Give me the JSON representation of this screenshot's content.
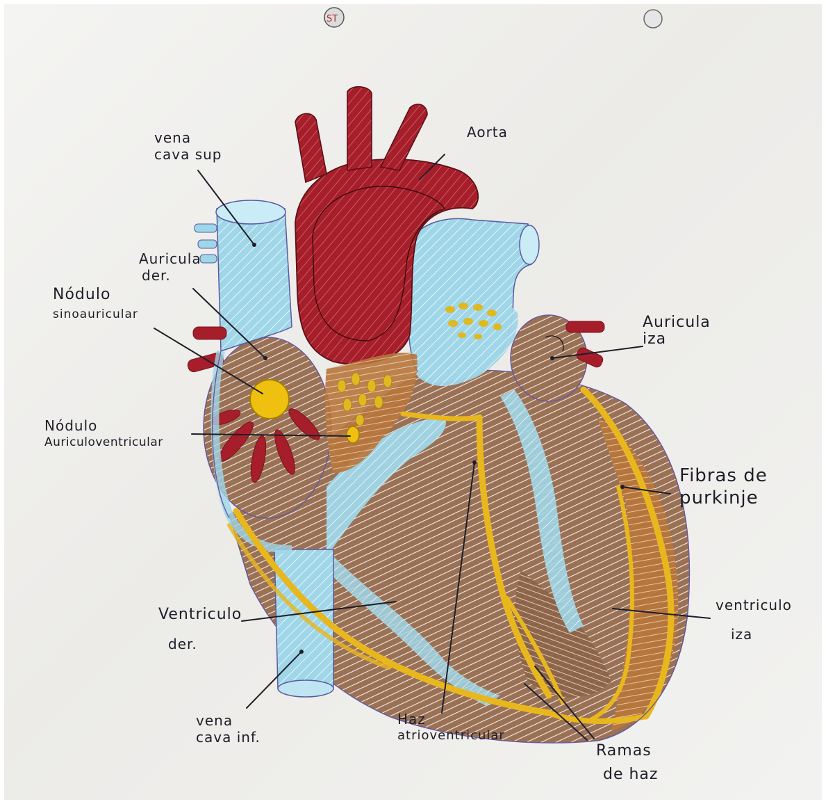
{
  "paper_marks": {
    "top_stamp": "ST"
  },
  "labels": {
    "vena_cava_sup": [
      "vena",
      "cava sup"
    ],
    "aorta": "Aorta",
    "auricula_der": [
      "Auricula",
      "der."
    ],
    "nodulo_sinoauricular": [
      "Nódulo",
      "sinoauricular"
    ],
    "auricula_izq": [
      "Auricula",
      "iza"
    ],
    "nodulo_auriculoventricular": [
      "Nódulo",
      "Auriculoventricular"
    ],
    "fibras_purkinje": [
      "Fibras de",
      "purkinje"
    ],
    "ventriculo_der": [
      "Ventriculo",
      "der."
    ],
    "ventriculo_izq": [
      "ventriculo",
      "iza"
    ],
    "vena_cava_inf": [
      "vena",
      "cava inf."
    ],
    "haz_atrioventricular": [
      "Haz",
      "atrioventricular"
    ],
    "ramas_de_haz": [
      "Ramas",
      "de haz"
    ]
  },
  "colors": {
    "vein_blue": "#9fd6e8",
    "aorta_red": "#a51e2a",
    "muscle_brown": "#9a7155",
    "conduction_yellow": "#e8b71d",
    "node_yellow": "#f0c010",
    "ink": "#1e1e28"
  }
}
